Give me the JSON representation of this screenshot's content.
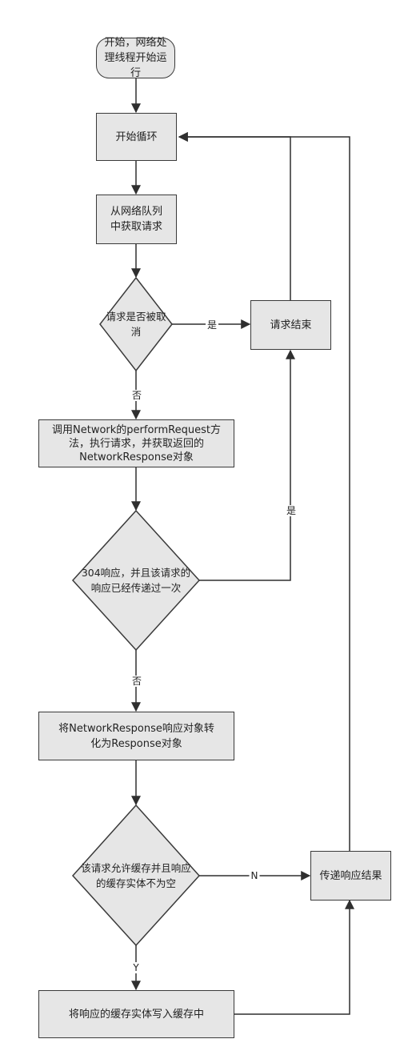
{
  "nodes": {
    "start": "开始，网络处理线程开始运行",
    "loop": "开始循环",
    "take": "从网络队列中获取请求",
    "cancelled": "请求是否被取消",
    "finish": "请求结束",
    "perform": "调用Network的performRequest方法，执行请求，并获取返回的NetworkResponse对象",
    "not_modified": "304响应，并且该请求的响应已经传递过一次",
    "convert": "将NetworkResponse响应对象转化为Response对象",
    "cacheable": "该请求允许缓存并且响应的缓存实体不为空",
    "deliver": "传递响应结果",
    "write_cache": "将响应的缓存实体写入缓存中"
  },
  "edges": {
    "cancelled_yes": "是",
    "cancelled_no": "否",
    "not_modified_yes": "是",
    "not_modified_no": "否",
    "cacheable_no": "N",
    "cacheable_yes": "Y"
  }
}
